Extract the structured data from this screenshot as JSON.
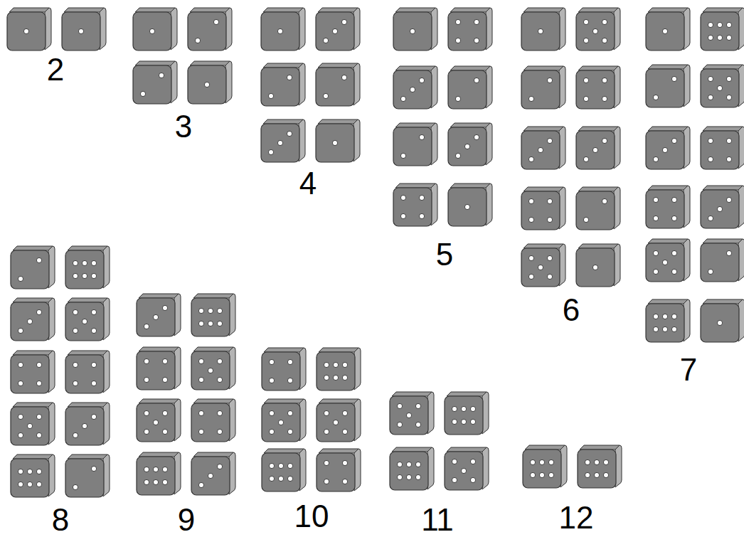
{
  "diagram": {
    "labels": [
      "2",
      "3",
      "4",
      "5",
      "6",
      "7",
      "8",
      "9",
      "10",
      "11",
      "12"
    ]
  }
}
